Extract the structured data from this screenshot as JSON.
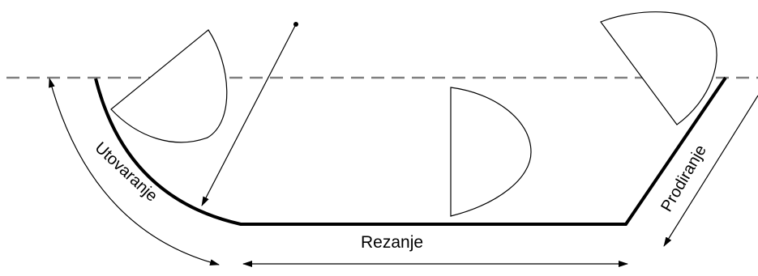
{
  "labels": {
    "loading": "Utovaranje",
    "cutting": "Rezanje",
    "penetration": "Prodiranje"
  }
}
